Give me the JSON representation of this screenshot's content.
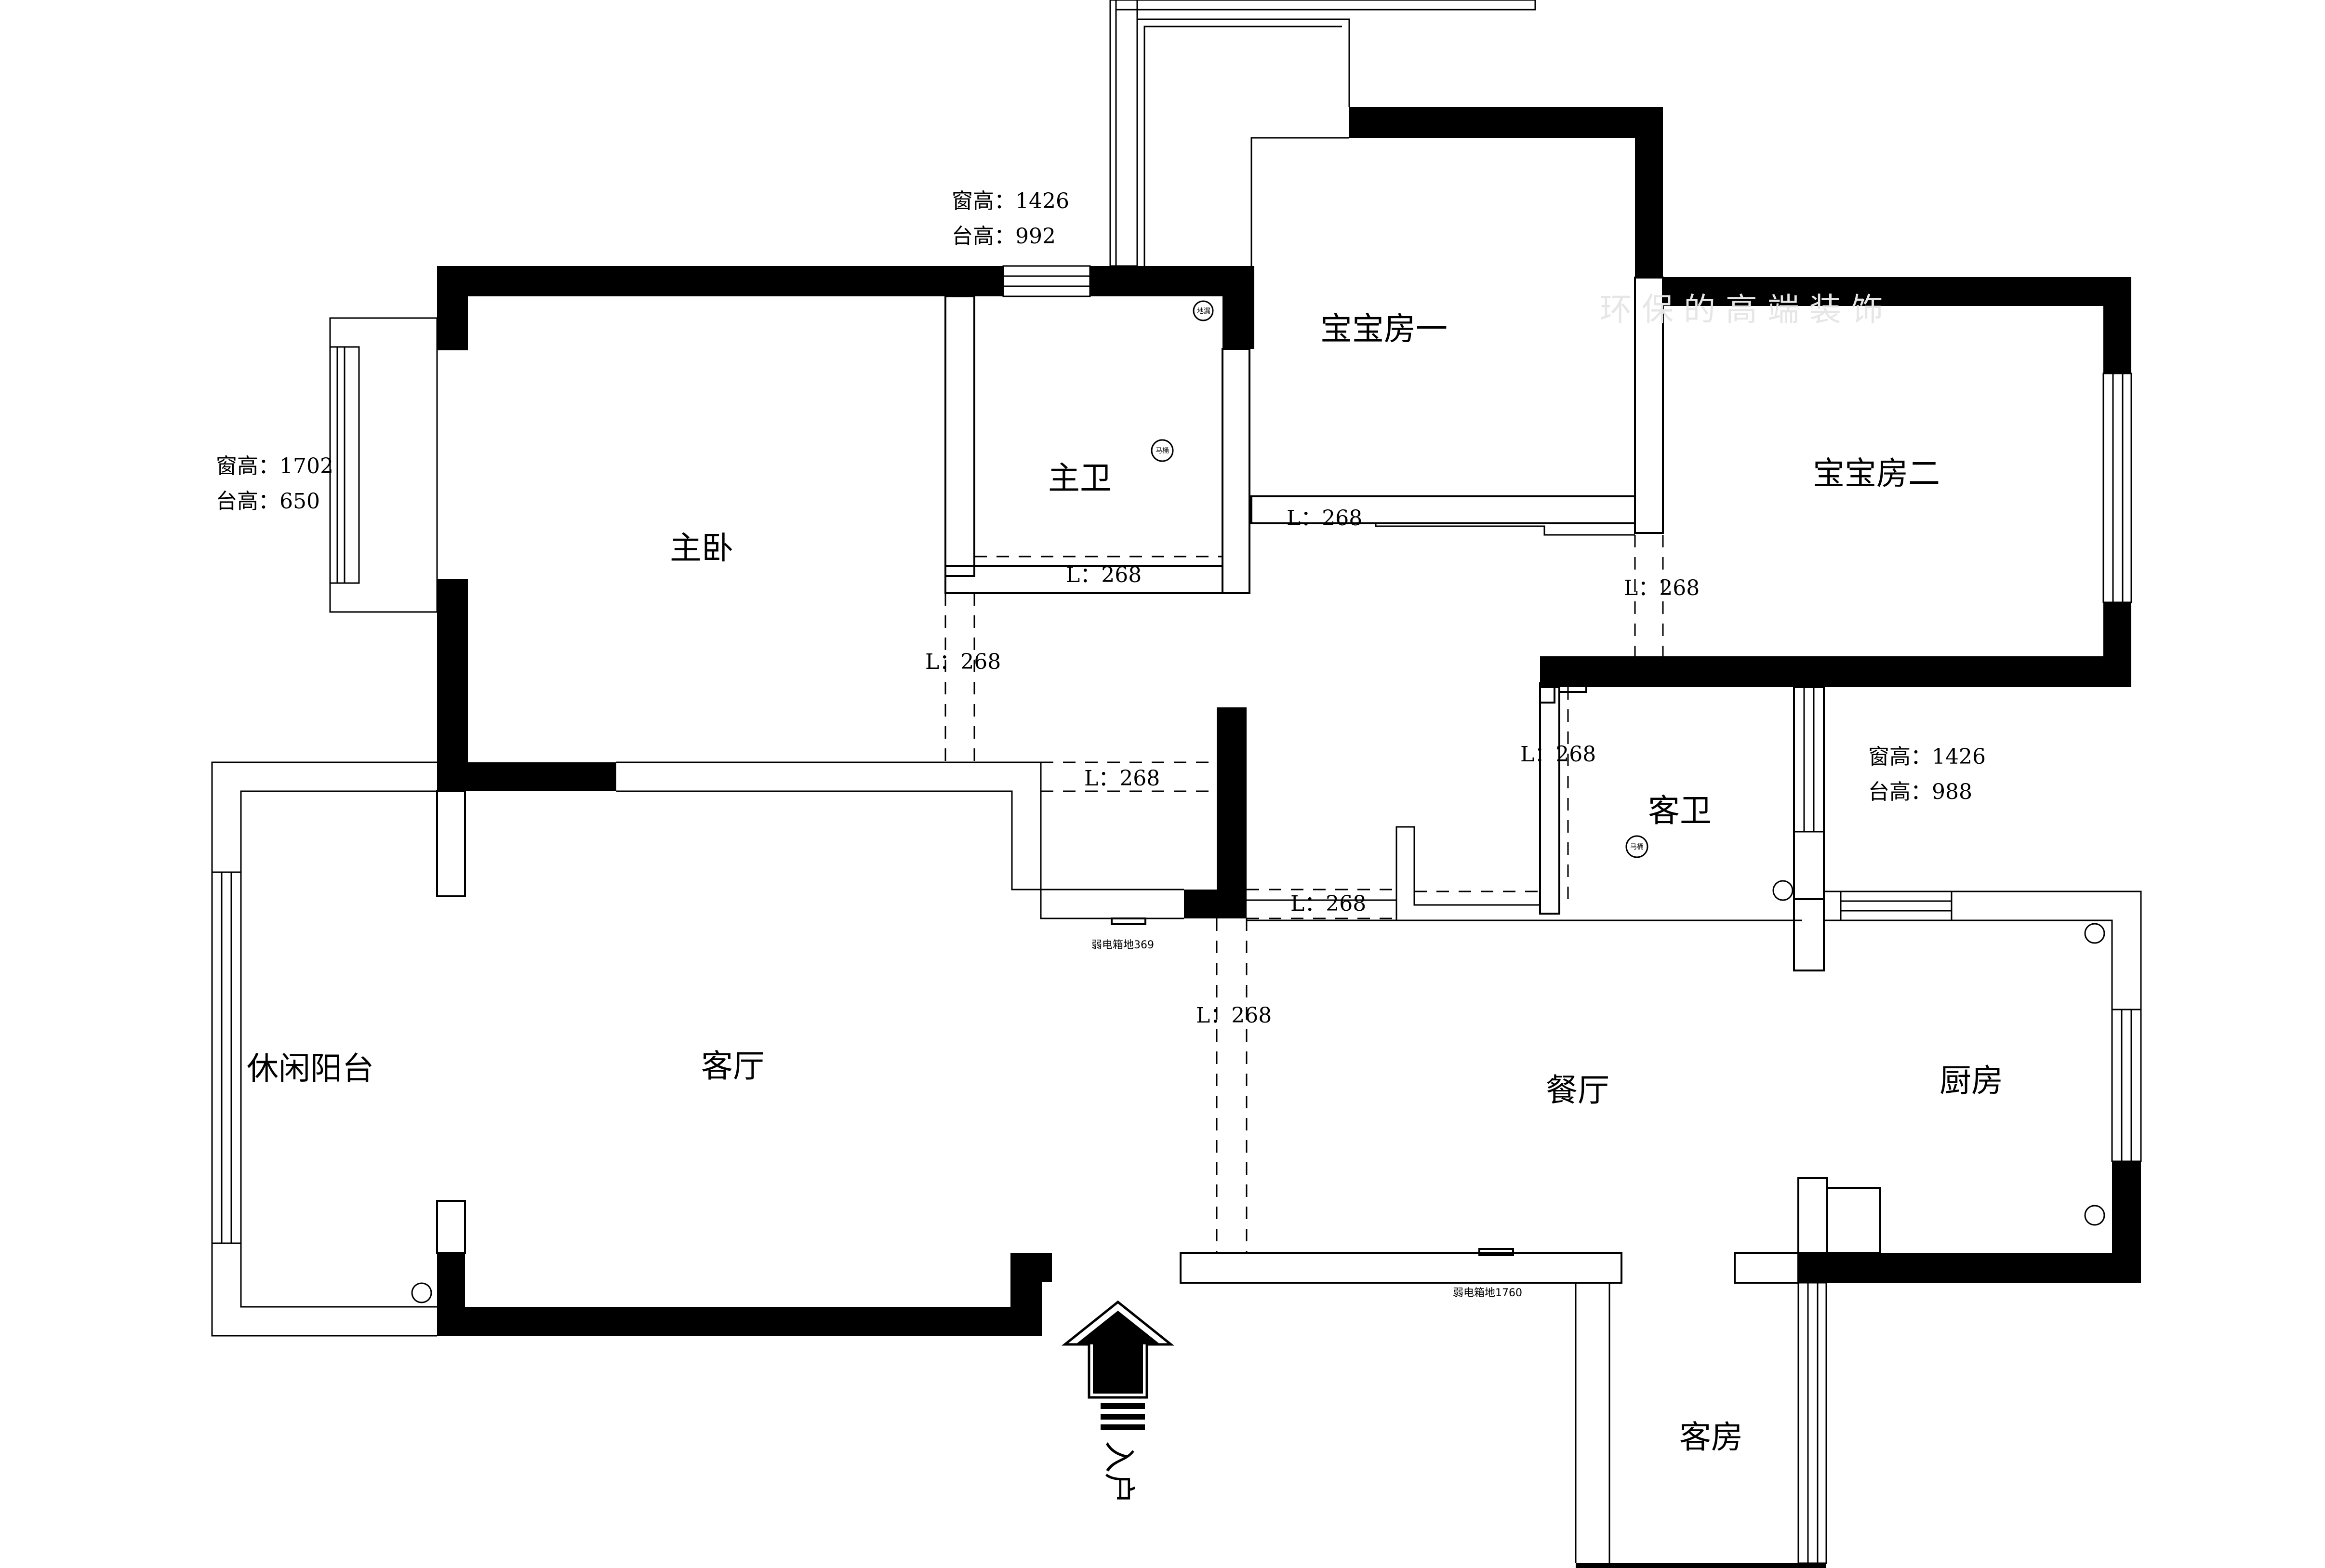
{
  "rooms": {
    "master_bedroom": "主卧",
    "master_bath": "主卫",
    "baby_room_1": "宝宝房一",
    "baby_room_2": "宝宝房二",
    "guest_bath": "客卫",
    "leisure_balcony": "休闲阳台",
    "living_room": "客厅",
    "dining_room": "餐厅",
    "kitchen": "厨房",
    "guest_room": "客房"
  },
  "windows": {
    "top": {
      "window_height": "窗高：1426",
      "sill_height": "台高：992"
    },
    "left": {
      "window_height": "窗高：1702",
      "sill_height": "台高：650"
    },
    "right": {
      "window_height": "窗高：1426",
      "sill_height": "台高：988"
    }
  },
  "lintels": {
    "master_bath": "L：268",
    "baby_room_1": "L：268",
    "baby_room_2": "L：268",
    "master_bedroom": "L：268",
    "hall": "L：268",
    "guest_bath": "L：268",
    "living_passage": "L：268",
    "entry": "L：268"
  },
  "panels": {
    "weak_current_1": "弱电箱地369",
    "weak_current_2": "弱电箱地1760"
  },
  "entrance": "入户",
  "fixtures": {
    "floor_drain": "地漏",
    "toilet": "马桶"
  },
  "watermark": "环 保 的 高 端 装 饰",
  "colors": {
    "wall": "#000000",
    "background": "#ffffff"
  }
}
